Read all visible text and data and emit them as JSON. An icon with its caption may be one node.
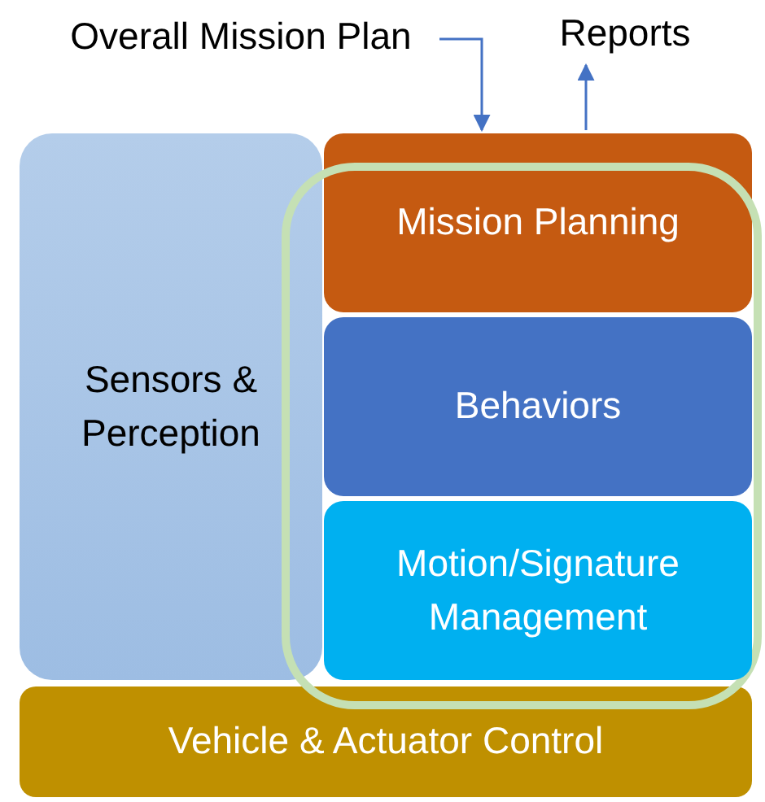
{
  "diagram": {
    "nodes": [
      {
        "text": [
          "Overall Mission Plan"
        ]
      },
      {
        "text": [
          "Reports"
        ]
      },
      {
        "text": [
          "Sensors & Perception"
        ]
      },
      {
        "text": [],
        "shape": "box"
      },
      {
        "text": [
          "Mission Planning"
        ]
      },
      {
        "text": [
          "Behaviors"
        ],
        "in": 3
      },
      {
        "text": [
          "Motion/Signature Management"
        ],
        "in": 3
      },
      {
        "text": [
          "Vehicle & Actuator Control"
        ]
      }
    ],
    "edges": [
      {
        "from": 0,
        "to": 4,
        "arrow": "to"
      },
      {
        "from": 4,
        "to": 1,
        "arrow": "to"
      }
    ]
  }
}
